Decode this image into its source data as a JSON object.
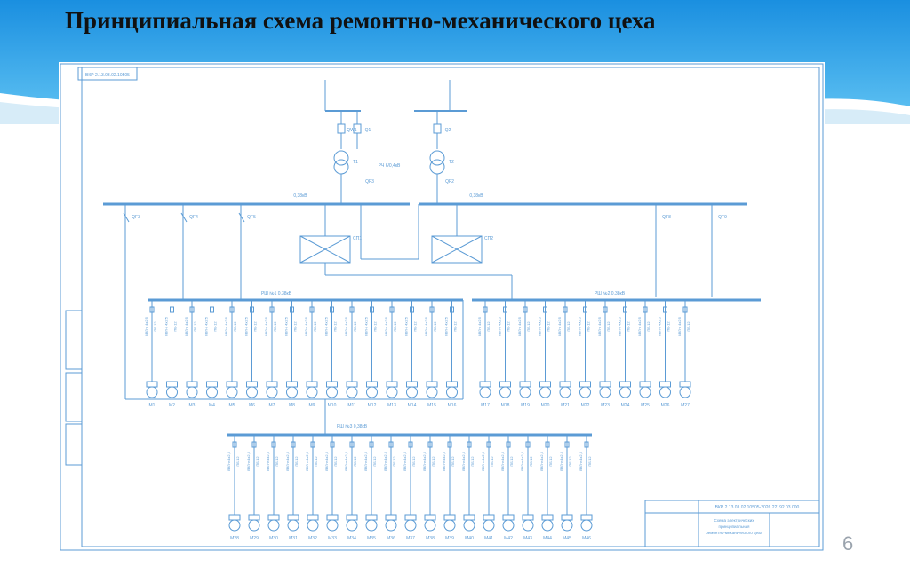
{
  "slide": {
    "title": "Принципиальная схема ремонтно-механического цеха",
    "page_number": "6"
  },
  "diagram": {
    "stamp_code": "ВКР 2.13.03.02.10505-2026.22192.03.000",
    "stamp_title_lines": [
      "Схема электрических",
      "принципиальная",
      "ремонтно-механического цеха"
    ],
    "top_left_box": "ВКР 2.13.03.02.10505",
    "bus_labels": {
      "left": "0,38кВ",
      "right": "0,38кВ"
    },
    "rp_labels": {
      "rp1": "РШ №1 0,38кВ",
      "rp2": "РШ №2 0,38кВ",
      "rp3": "РШ №3 0,38кВ"
    },
    "motors_row1": [
      "М1",
      "М2",
      "М3",
      "М4",
      "М5",
      "М6",
      "М7",
      "М8",
      "М9",
      "М10",
      "М11",
      "М12",
      "М13",
      "М14",
      "М15",
      "М16"
    ],
    "motors_row1b": [
      "М17",
      "М18",
      "М19",
      "М20",
      "М21",
      "М22",
      "М23",
      "М24",
      "М25",
      "М26",
      "М27"
    ],
    "motors_row2": [
      "М28",
      "М29",
      "М30",
      "М31",
      "М32",
      "М33",
      "М34",
      "М35",
      "М36",
      "М37",
      "М38",
      "М39",
      "М40",
      "М41",
      "М42",
      "М43",
      "М44",
      "М45",
      "М46"
    ]
  },
  "colors": {
    "line": "#5b9bd5",
    "accent_wave": "#35a6e6"
  }
}
